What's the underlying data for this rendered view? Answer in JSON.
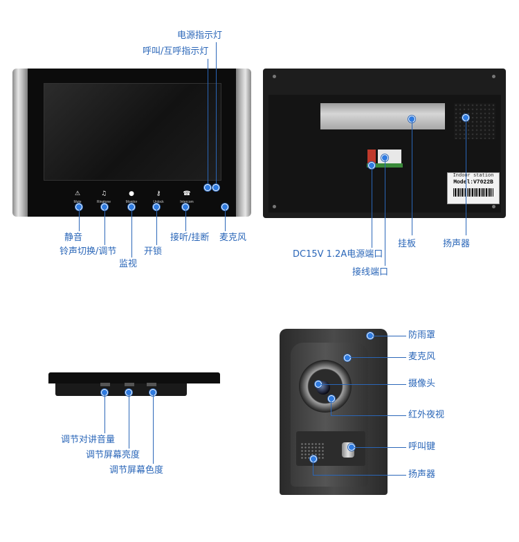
{
  "front_panel": {
    "power_indicator": "电源指示灯",
    "call_indicator": "呼叫/互呼指示灯",
    "buttons": [
      "Mute",
      "Ringtone",
      "Monitor",
      "Unlock",
      "Intercom"
    ],
    "mute": "静音",
    "ringtone": "铃声切换/调节",
    "monitor": "监视",
    "unlock": "开锁",
    "answer": "接听/挂断",
    "microphone": "麦克风"
  },
  "back_panel": {
    "sticker_title": "Indoor station",
    "sticker_model": "Model:V7022B",
    "power_port": "DC15V 1.2A电源端口",
    "wiring_port": "接线端口",
    "mount_plate": "挂板",
    "speaker": "扬声器"
  },
  "side_view": {
    "intercom_volume": "调节对讲音量",
    "brightness": "调节屏幕亮度",
    "color": "调节屏幕色度"
  },
  "outdoor_unit": {
    "rain_cover": "防雨罩",
    "microphone": "麦克风",
    "camera": "摄像头",
    "ir_night": "红外夜视",
    "call_key": "呼叫键",
    "speaker": "扬声器"
  },
  "colors": {
    "accent": "#2a66b8",
    "dot": "#2f7be0"
  }
}
